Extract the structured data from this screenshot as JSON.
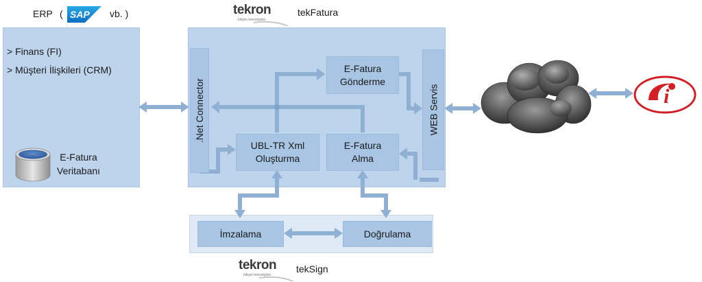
{
  "erp": {
    "title_prefix": "ERP",
    "paren_open": "(",
    "title_suffix": "vb. )",
    "sap_logo": "SAP",
    "items": [
      "> Finans (FI)",
      "> Müşteri İlişkileri (CRM)"
    ],
    "db_label_line1": "E-Fatura",
    "db_label_line2": "Veritabanı"
  },
  "tekfatura": {
    "logo": "tekron",
    "logo_sub": "bilişim teknolojileri",
    "product": "tekFatura",
    "net_connector": ".Net Connector",
    "gonderme_line1": "E-Fatura",
    "gonderme_line2": "Gönderme",
    "ubl_line1": "UBL-TR Xml",
    "ubl_line2": "Oluşturma",
    "alma_line1": "E-Fatura",
    "alma_line2": "Alma",
    "web_servis": "WEB Servis"
  },
  "teksign": {
    "logo": "tekron",
    "logo_sub": "bilişim teknolojileri",
    "product": "tekSign",
    "imzalama": "İmzalama",
    "dogrulama": "Doğrulama"
  },
  "gib_logo": "i",
  "colors": {
    "panel": "#bdd4ec",
    "box": "#a8c5e4",
    "arrow": "#8fb0d3",
    "gib_red": "#d21f26"
  },
  "icons": [
    "sap-logo",
    "database-icon",
    "cloud-icon",
    "gib-logo",
    "tekron-logo"
  ]
}
